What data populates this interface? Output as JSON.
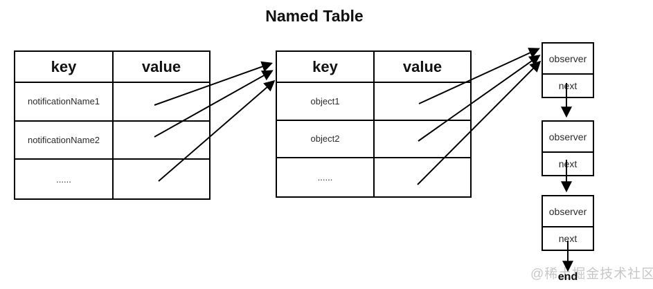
{
  "title": "Named Table",
  "tables": {
    "notification": {
      "headers": [
        "key",
        "value"
      ],
      "rows": [
        {
          "key": "notificationName1",
          "value": ""
        },
        {
          "key": "notificationName2",
          "value": ""
        },
        {
          "key": "......",
          "value": ""
        }
      ]
    },
    "object": {
      "headers": [
        "key",
        "value"
      ],
      "rows": [
        {
          "key": "object1",
          "value": ""
        },
        {
          "key": "object2",
          "value": ""
        },
        {
          "key": "......",
          "value": ""
        }
      ]
    }
  },
  "linked_list": {
    "nodes": [
      {
        "observer": "observer",
        "next": "next"
      },
      {
        "observer": "observer",
        "next": "next"
      },
      {
        "observer": "observer",
        "next": "next"
      }
    ],
    "end_label": "end"
  },
  "watermark": {
    "text": "@稀土掘金技术社区"
  },
  "colors": {
    "line": "#000000",
    "text": "#2b2b2b",
    "heading": "#111111",
    "watermark": "#c7c7c7",
    "background": "#ffffff"
  }
}
